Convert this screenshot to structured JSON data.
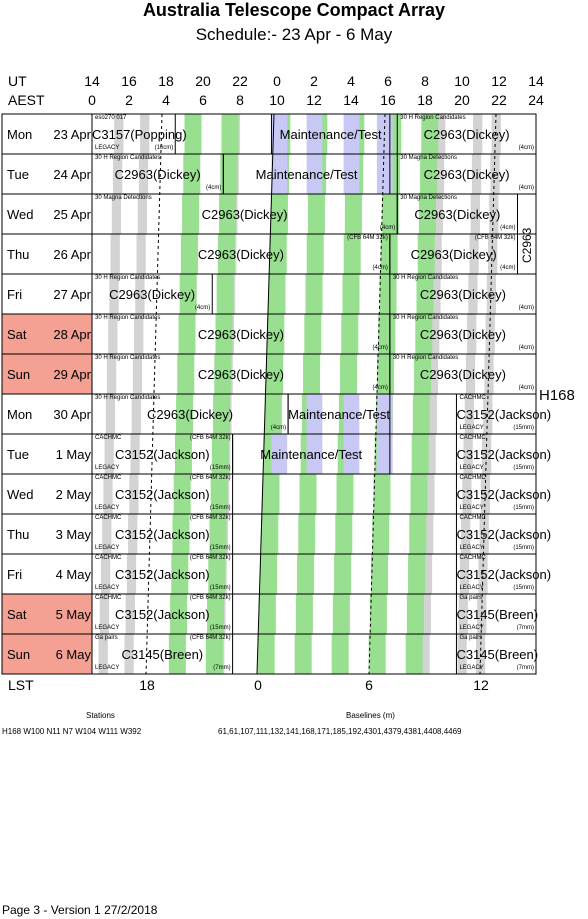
{
  "header": {
    "title": "Australia Telescope Compact Array",
    "subtitle": "Schedule:- 23 Apr - 6  May",
    "ut_label": "UT",
    "aest_label": "AEST",
    "ut_ticks": [
      "14",
      "16",
      "18",
      "20",
      "22",
      "0",
      "2",
      "4",
      "6",
      "8",
      "10",
      "12",
      "14"
    ],
    "aest_ticks": [
      "0",
      "2",
      "4",
      "6",
      "8",
      "10",
      "12",
      "14",
      "16",
      "18",
      "20",
      "22",
      "24"
    ]
  },
  "days": [
    {
      "name": "Mon",
      "date": "23 Apr",
      "weekend": false
    },
    {
      "name": "Tue",
      "date": "24 Apr",
      "weekend": false
    },
    {
      "name": "Wed",
      "date": "25 Apr",
      "weekend": false
    },
    {
      "name": "Thu",
      "date": "26 Apr",
      "weekend": false
    },
    {
      "name": "Fri",
      "date": "27 Apr",
      "weekend": false
    },
    {
      "name": "Sat",
      "date": "28 Apr",
      "weekend": true
    },
    {
      "name": "Sun",
      "date": "29 Apr",
      "weekend": true
    },
    {
      "name": "Mon",
      "date": "30 Apr",
      "weekend": false
    },
    {
      "name": "Tue",
      "date": "1 May",
      "weekend": false
    },
    {
      "name": "Wed",
      "date": "2 May",
      "weekend": false
    },
    {
      "name": "Thu",
      "date": "3 May",
      "weekend": false
    },
    {
      "name": "Fri",
      "date": "4 May",
      "weekend": false
    },
    {
      "name": "Sat",
      "date": "5 May",
      "weekend": true
    },
    {
      "name": "Sun",
      "date": "6 May",
      "weekend": true
    }
  ],
  "blocks": [
    {
      "row": 0,
      "start": 0,
      "end": 4.5,
      "label": "C3157(Popping)",
      "top_note": "eso270 017",
      "bottom_left": "LEGACY",
      "bottom_right": "(16cm)"
    },
    {
      "row": 0,
      "start": 9.7,
      "end": 16.1,
      "label": "Maintenance/Test",
      "top_note": "",
      "bottom_left": "",
      "bottom_right": ""
    },
    {
      "row": 0,
      "start": 16.5,
      "end": 24,
      "label": "C2963(Dickey)",
      "top_note": "30 H  Region Candidates",
      "bottom_left": "",
      "bottom_right": "(4cm)"
    },
    {
      "row": 1,
      "start": 0,
      "end": 7.1,
      "label": "C2963(Dickey)",
      "top_note": "30 H  Region Candidates",
      "bottom_left": "",
      "bottom_right": "(4cm)"
    },
    {
      "row": 1,
      "start": 7.1,
      "end": 16.1,
      "label": "Maintenance/Test",
      "top_note": "",
      "bottom_left": "",
      "bottom_right": ""
    },
    {
      "row": 1,
      "start": 16.5,
      "end": 24,
      "label": "C2963(Dickey)",
      "top_note": "30 Magna Detections",
      "bottom_left": "",
      "bottom_right": "(4cm)"
    },
    {
      "row": 2,
      "start": 0,
      "end": 16.5,
      "label": "C2963(Dickey)",
      "top_note": "30 Magna Detections",
      "bottom_left": "",
      "bottom_right": "(4cm)"
    },
    {
      "row": 2,
      "start": 16.5,
      "end": 23,
      "label": "C2963(Dickey)",
      "top_note": "30 Magna Detections",
      "bottom_left": "",
      "bottom_right": "(4cm)"
    },
    {
      "row": 3,
      "start": 0,
      "end": 16.1,
      "label": "C2963(Dickey)",
      "top_note": "",
      "bottom_left": "",
      "bottom_right": "(4cm)",
      "top_right": "(CFB 64M 32k)"
    },
    {
      "row": 3,
      "start": 16.1,
      "end": 23,
      "label": "C2963(Dickey)",
      "top_note": "",
      "bottom_left": "",
      "bottom_right": "(4cm)",
      "top_right": "(CFB 64M 32k)"
    },
    {
      "row": 4,
      "start": 0,
      "end": 6.5,
      "label": "C2963(Dickey)",
      "top_note": "30 H  Region Candidates",
      "bottom_left": "",
      "bottom_right": "(4cm)"
    },
    {
      "row": 4,
      "start": 16.1,
      "end": 24,
      "label": "C2963(Dickey)",
      "top_note": "30 H  Region Candidates",
      "bottom_left": "",
      "bottom_right": "(4cm)"
    },
    {
      "row": 5,
      "start": 0,
      "end": 16.1,
      "label": "C2963(Dickey)",
      "top_note": "30 H  Region Candidates",
      "bottom_left": "",
      "bottom_right": "(4cm)"
    },
    {
      "row": 5,
      "start": 16.1,
      "end": 24,
      "label": "C2963(Dickey)",
      "top_note": "30 H  Region Candidates",
      "bottom_left": "",
      "bottom_right": "(4cm)"
    },
    {
      "row": 6,
      "start": 0,
      "end": 16.1,
      "label": "C2963(Dickey)",
      "top_note": "30 H  Region Candidates",
      "bottom_left": "",
      "bottom_right": "(4cm)"
    },
    {
      "row": 6,
      "start": 16.1,
      "end": 24,
      "label": "C2963(Dickey)",
      "top_note": "30 H  Region Candidates",
      "bottom_left": "",
      "bottom_right": "(4cm)"
    },
    {
      "row": 7,
      "start": 0,
      "end": 10.6,
      "label": "C2963(Dickey)",
      "top_note": "30 H  Region Candidates",
      "bottom_left": "",
      "bottom_right": "(4cm)"
    },
    {
      "row": 7,
      "start": 10.6,
      "end": 16.1,
      "label": "Maintenance/Test",
      "top_note": "",
      "bottom_left": "",
      "bottom_right": ""
    },
    {
      "row": 7,
      "start": 19.7,
      "end": 24,
      "label": "C3152(Jackson)",
      "top_note": "CACHMC",
      "bottom_left": "LEGACY",
      "bottom_right": "(15mm)"
    },
    {
      "row": 8,
      "start": 0,
      "end": 7.6,
      "label": "C3152(Jackson)",
      "top_note": "CACHMC",
      "bottom_left": "LEGACY",
      "bottom_right": "(15mm)",
      "top_right": "(CFB 64M 32k)"
    },
    {
      "row": 8,
      "start": 7.6,
      "end": 16.1,
      "label": "Maintenance/Test",
      "top_note": "",
      "bottom_left": "",
      "bottom_right": ""
    },
    {
      "row": 8,
      "start": 19.7,
      "end": 24,
      "label": "C3152(Jackson)",
      "top_note": "CACHMC",
      "bottom_left": "LEGACY",
      "bottom_right": "(15mm)"
    },
    {
      "row": 9,
      "start": 0,
      "end": 7.6,
      "label": "C3152(Jackson)",
      "top_note": "CACHMC",
      "bottom_left": "LEGACY",
      "bottom_right": "(15mm)",
      "top_right": "(CFB 64M 32k)"
    },
    {
      "row": 9,
      "start": 19.7,
      "end": 24,
      "label": "C3152(Jackson)",
      "top_note": "CACHMC",
      "bottom_left": "LEGACY",
      "bottom_right": "(15mm)"
    },
    {
      "row": 10,
      "start": 0,
      "end": 7.6,
      "label": "C3152(Jackson)",
      "top_note": "CACHMC",
      "bottom_left": "LEGACY",
      "bottom_right": "(15mm)",
      "top_right": "(CFB 64M 32k)"
    },
    {
      "row": 10,
      "start": 19.7,
      "end": 24,
      "label": "C3152(Jackson)",
      "top_note": "CACHMC",
      "bottom_left": "LEGACY",
      "bottom_right": "(15mm)"
    },
    {
      "row": 11,
      "start": 0,
      "end": 7.6,
      "label": "C3152(Jackson)",
      "top_note": "CACHMC",
      "bottom_left": "LEGACY",
      "bottom_right": "(15mm)",
      "top_right": "(CFB 64M 32k)"
    },
    {
      "row": 11,
      "start": 19.7,
      "end": 24,
      "label": "C3152(Jackson)",
      "top_note": "CACHMC",
      "bottom_left": "LEGACY",
      "bottom_right": "(15mm)"
    },
    {
      "row": 12,
      "start": 0,
      "end": 7.6,
      "label": "C3152(Jackson)",
      "top_note": "CACHMC",
      "bottom_left": "LEGACY",
      "bottom_right": "(15mm)",
      "top_right": "(CFB 64M 32k)"
    },
    {
      "row": 12,
      "start": 19.7,
      "end": 24,
      "label": "C3145(Breen)",
      "top_note": "Ga pairs",
      "bottom_left": "LEGACY",
      "bottom_right": "(7mm)"
    },
    {
      "row": 13,
      "start": 0,
      "end": 7.6,
      "label": "C3145(Breen)",
      "top_note": "Ga pairs",
      "bottom_left": "LEGACY",
      "bottom_right": "(7mm)",
      "top_right": "(CFB 64M 32k)"
    },
    {
      "row": 13,
      "start": 19.7,
      "end": 24,
      "label": "C3145(Breen)",
      "top_note": "Ga pairs",
      "bottom_left": "LEGACY",
      "bottom_right": "(7mm)"
    }
  ],
  "side_labels": {
    "config": "H168",
    "vertical_project": "C2963"
  },
  "lst": {
    "label": "LST",
    "ticks": [
      "18",
      "0",
      "6",
      "12"
    ]
  },
  "footer": {
    "stations_heading": "Stations",
    "stations": "H168  W100 N11 N7 W104 W111 W392",
    "baselines_heading": "Baselines (m)",
    "baselines": "61,61,107,111,132,141,168,171,185,192,4301,4379,4381,4408,4469",
    "page_info": "Page 3 - Version 1  27/2/2018"
  },
  "colors": {
    "weekend": "#f4a093",
    "green_band": "#98e08f",
    "gray_band": "#d3d3d3",
    "maint_band": "#c8c8f4",
    "line": "#000000"
  }
}
